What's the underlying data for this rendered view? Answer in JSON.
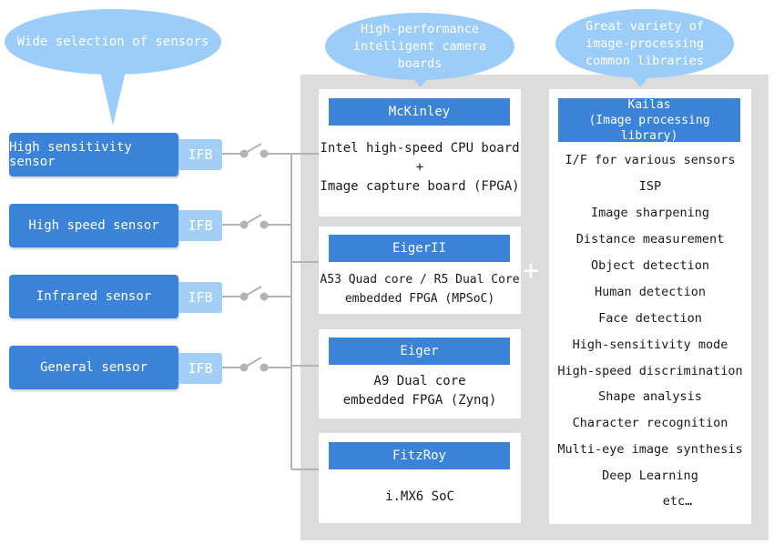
{
  "bubbles": {
    "sensors": "Wide selection of sensors",
    "boards": "High-performance\nintelligent camera\nboards",
    "libraries": "Great variety of\nimage-processing\ncommon libraries"
  },
  "sensors": [
    {
      "label": "High sensitivity sensor",
      "ifb": "IFB"
    },
    {
      "label": "High speed sensor",
      "ifb": "IFB"
    },
    {
      "label": "Infrared sensor",
      "ifb": "IFB"
    },
    {
      "label": "General sensor",
      "ifb": "IFB"
    }
  ],
  "boards": [
    {
      "name": "McKinley",
      "description": "Intel high-speed CPU board\n+\nImage capture board (FPGA)"
    },
    {
      "name": "EigerII",
      "description": "A53 Quad core / R5 Dual Core\nembedded FPGA (MPSoC)"
    },
    {
      "name": "Eiger",
      "description": "A9 Dual core\nembedded FPGA (Zynq)"
    },
    {
      "name": "FitzRoy",
      "description": "i.MX6 SoC"
    }
  ],
  "plus_sign": "+",
  "library": {
    "title": "Kailas",
    "subtitle": "(Image processing library)",
    "items": [
      "I/F for various sensors",
      "ISP",
      "Image sharpening",
      "Distance measurement",
      "Object detection",
      "Human detection",
      "Face detection",
      "High-sensitivity mode",
      "High-speed discrimination",
      "Shape analysis",
      "Character recognition",
      "Multi-eye image synthesis",
      "Deep Learning",
      "etc…"
    ]
  }
}
